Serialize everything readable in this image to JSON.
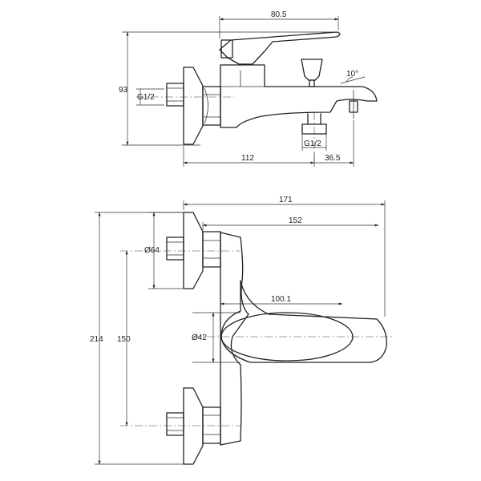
{
  "side_view": {
    "dim_lever_width": "80.5",
    "dim_height": "93",
    "dim_inlet_thread": "G1/2",
    "dim_spout_angle": "10°",
    "dim_bottom_thread": "G1/2",
    "dim_depth": "112",
    "dim_spout_offset": "36.5"
  },
  "front_view": {
    "dim_overall_length": "171",
    "dim_body_length": "152",
    "dim_flange_dia": "Ø64",
    "dim_handle_length": "100.1",
    "dim_handle_dia": "Ø42",
    "dim_centers": "150",
    "dim_overall_height": "214"
  }
}
